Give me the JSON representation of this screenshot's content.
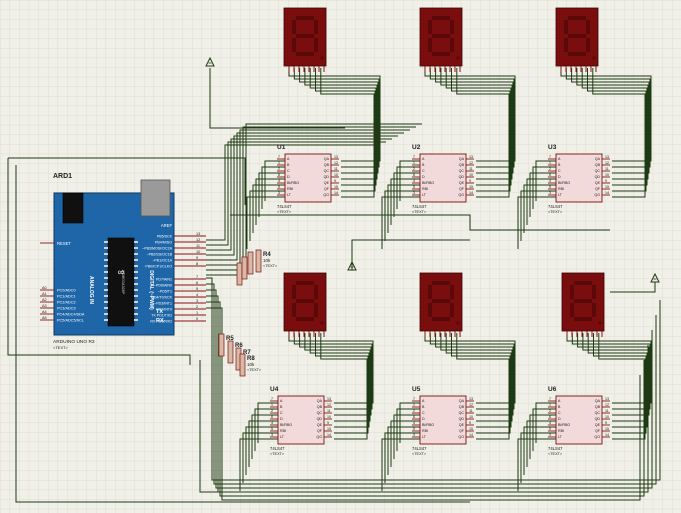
{
  "colors": {
    "background": "#f0f0e8",
    "grid": "#d8d8cc",
    "wire": "#1e3a14",
    "display_body": "#7a0d0d",
    "segment_off": "#5a0808",
    "ic_fill": "#f2dada",
    "ic_outline": "#7a1010",
    "pin": "#8b1010",
    "label_text": "#202020",
    "arduino_body": "#1e66a8",
    "arduino_header": "#101010",
    "resistor_fill": "#d9b8a6",
    "resistor_outline": "#7a1010"
  },
  "arduino": {
    "ref": "ARD1",
    "part": "ARDUINO UNO R3",
    "text_placeholder": "<TEXT>",
    "reset_label": "RESET",
    "aref_label": "AREF",
    "analog_label": "ANALOG IN",
    "digital_label": "DIGITAL (~PWM)",
    "tx_label": "TX",
    "rx_label": "RX",
    "chip_label": "ATMEGA328P",
    "logo": "∞",
    "analog_pins": [
      {
        "num": "A0",
        "label": "PC0/ADC0"
      },
      {
        "num": "A1",
        "label": "PC1/ADC1"
      },
      {
        "num": "A2",
        "label": "PC2/ADC2"
      },
      {
        "num": "A3",
        "label": "PC3/ADC3"
      },
      {
        "num": "A4",
        "label": "PC4/ADC4/SDA"
      },
      {
        "num": "A5",
        "label": "PC5/ADC5/SCL"
      }
    ],
    "digital_pins": [
      {
        "num": "13",
        "label": "PB5/SCK"
      },
      {
        "num": "12",
        "label": "PB4/MISO"
      },
      {
        "num": "11",
        "label": "~PB3/MOSI/OC2A"
      },
      {
        "num": "10",
        "label": "~PB2/SS/OC1B"
      },
      {
        "num": "9",
        "label": "~PB1/OC1A"
      },
      {
        "num": "8",
        "label": "PB0/ICP1/CLKO"
      },
      {
        "num": "7",
        "label": "PD7/AIN1"
      },
      {
        "num": "6",
        "label": "~PD6/AIN0"
      },
      {
        "num": "5",
        "label": "~PD5/T1"
      },
      {
        "num": "4",
        "label": "PD4/T0/XCK"
      },
      {
        "num": "3",
        "label": "~PD3/INT1"
      },
      {
        "num": "2",
        "label": "PD2/INT0"
      },
      {
        "num": "1",
        "label": "TX PD1/TXD"
      },
      {
        "num": "0",
        "label": "RX PD0/RXD"
      }
    ]
  },
  "decoder": {
    "part": "74LS47",
    "text_placeholder": "<TEXT>",
    "left_pins": [
      {
        "num": "7",
        "name": "A"
      },
      {
        "num": "1",
        "name": "B"
      },
      {
        "num": "2",
        "name": "C"
      },
      {
        "num": "6",
        "name": "D"
      },
      {
        "num": "4",
        "name": "BI/RBO"
      },
      {
        "num": "5",
        "name": "RBI"
      },
      {
        "num": "3",
        "name": "LT"
      }
    ],
    "right_pins": [
      {
        "num": "13",
        "name": "QA"
      },
      {
        "num": "12",
        "name": "QB"
      },
      {
        "num": "11",
        "name": "QC"
      },
      {
        "num": "10",
        "name": "QD"
      },
      {
        "num": "9",
        "name": "QE"
      },
      {
        "num": "15",
        "name": "QF"
      },
      {
        "num": "14",
        "name": "QG"
      }
    ],
    "units": [
      {
        "ref": "U1"
      },
      {
        "ref": "U2"
      },
      {
        "ref": "U3"
      },
      {
        "ref": "U4"
      },
      {
        "ref": "U5"
      },
      {
        "ref": "U6"
      }
    ]
  },
  "resistors": [
    {
      "ref": "R4",
      "value": "10k",
      "text": "<TEXT>"
    },
    {
      "ref": "R5",
      "value": "",
      "text": ""
    },
    {
      "ref": "R6",
      "value": "",
      "text": ""
    },
    {
      "ref": "R7",
      "value": "",
      "text": ""
    },
    {
      "ref": "R8",
      "value": "10k",
      "text": "<TEXT>"
    }
  ],
  "displays": [
    {
      "id": "display-1"
    },
    {
      "id": "display-2"
    },
    {
      "id": "display-3"
    },
    {
      "id": "display-4"
    },
    {
      "id": "display-5"
    },
    {
      "id": "display-6"
    }
  ]
}
